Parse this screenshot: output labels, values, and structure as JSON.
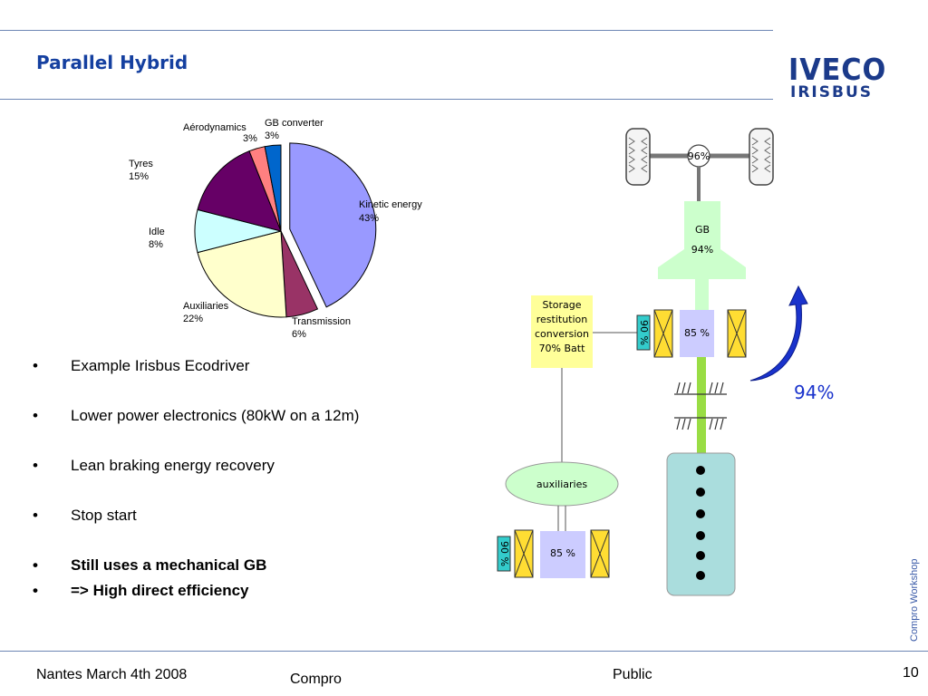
{
  "header": {
    "title": "Parallel Hybrid",
    "logo_line1": "IVECO",
    "logo_line2": "IRISBUS"
  },
  "chart_data": {
    "type": "pie",
    "title": "",
    "slices": [
      {
        "label": "Kinetic energy",
        "value": 43,
        "value_label": "43%",
        "color": "#9999ff",
        "exploded": true
      },
      {
        "label": "Transmission",
        "value": 6,
        "value_label": "6%",
        "color": "#993366"
      },
      {
        "label": "Auxiliaries",
        "value": 22,
        "value_label": "22%",
        "color": "#ffffcc"
      },
      {
        "label": "Idle",
        "value": 8,
        "value_label": "8%",
        "color": "#ccffff"
      },
      {
        "label": "Tyres",
        "value": 15,
        "value_label": "15%",
        "color": "#660066"
      },
      {
        "label": "Aérodynamics",
        "value": 3,
        "value_label": "3%",
        "color": "#ff8080"
      },
      {
        "label": "GB converter",
        "value": 3,
        "value_label": "3%",
        "color": "#0066cc"
      }
    ]
  },
  "bullets": [
    {
      "text": "Example Irisbus Ecodriver",
      "bold": false
    },
    {
      "text": "Lower power electronics (80kW on a 12m)",
      "bold": false
    },
    {
      "text": "Lean braking energy recovery",
      "bold": false
    },
    {
      "text": "Stop start",
      "bold": false
    },
    {
      "text": "Still uses a mechanical GB",
      "bold": true
    },
    {
      "text": "=> High direct efficiency",
      "bold": true
    }
  ],
  "diagram": {
    "axle_eff": "96%",
    "gb_label": "GB",
    "gb_eff": "94%",
    "storage_line1": "Storage",
    "storage_line2": "restitution",
    "storage_line3": "conversion",
    "storage_line4": "70% Batt",
    "inverter_top": "90 %",
    "motor_top": "85 %",
    "auxiliaries": "auxiliaries",
    "inverter_bottom": "90 %",
    "motor_bottom": "85 %",
    "overall_eff": "94%"
  },
  "colors": {
    "title": "#1540a0",
    "rule": "#6d86b4",
    "gb_fill": "#ccffcc",
    "storage_fill": "#ffff99",
    "motor_fill": "#ccccff",
    "inverter_fill": "#33cccc",
    "coil_fill": "#ffdd33",
    "engine_fill": "#aadddd",
    "arrow": "#1a33cc"
  },
  "side_text": "Compro Workshop",
  "footer": {
    "left": "Nantes March 4th 2008",
    "center": "Compro",
    "right": "Public",
    "page": "10"
  }
}
